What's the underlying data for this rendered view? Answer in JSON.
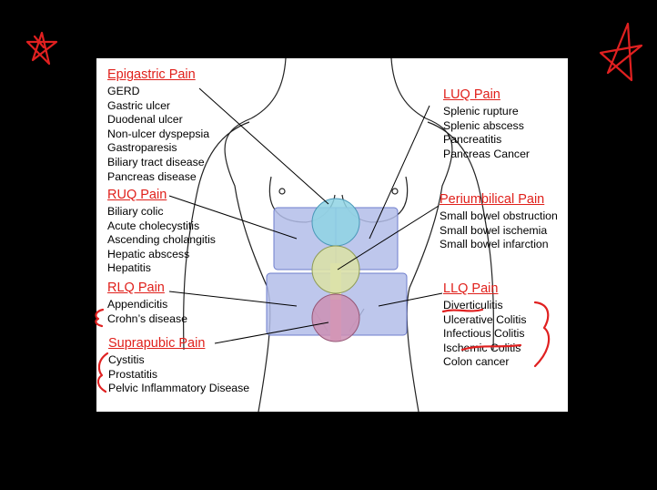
{
  "regions": {
    "epigastric": {
      "title": "Epigastric Pain",
      "items": [
        "GERD",
        "Gastric ulcer",
        "Duodenal ulcer",
        "Non-ulcer dyspepsia",
        "Gastroparesis",
        "Biliary tract disease",
        "Pancreas disease"
      ]
    },
    "ruq": {
      "title": "RUQ Pain",
      "items": [
        "Biliary colic",
        "Acute cholecystitis",
        "Ascending cholangitis",
        "Hepatic abscess",
        "Hepatitis"
      ]
    },
    "rlq": {
      "title": "RLQ Pain",
      "items": [
        "Appendicitis",
        "Crohn’s disease"
      ]
    },
    "suprapubic": {
      "title": "Suprapubic Pain",
      "items": [
        "Cystitis",
        "Prostatitis",
        "Pelvic Inflammatory Disease"
      ]
    },
    "luq": {
      "title": "LUQ Pain",
      "items": [
        "Splenic rupture",
        "Splenic abscess",
        "Pancreatitis",
        "Pancreas Cancer"
      ]
    },
    "periumbilical": {
      "title": "Periumbilical Pain",
      "items": [
        "Small bowel obstruction",
        "Small bowel ischemia",
        "Small bowel infarction"
      ]
    },
    "llq": {
      "title": "LLQ Pain",
      "items": [
        "Diverticulitis",
        "Ulcerative Colitis",
        "Infectious Colitis",
        "Ischemic Colitis",
        "Colon cancer"
      ]
    }
  },
  "colors": {
    "background": "#000000",
    "slide": "#ffffff",
    "title_red": "#e0201b",
    "annotation_red": "#e02020",
    "quadrant_blue": "#b3bde9",
    "epigastric_circle": "#8fd3e4",
    "periumbilical_circle": "#d9e0a8",
    "suprapubic_circle": "#cc8fb4",
    "midline_yellow": "#f6f3b0",
    "midline_pink": "#f7b9c3"
  },
  "icons": [
    "star-annotation-icon"
  ]
}
